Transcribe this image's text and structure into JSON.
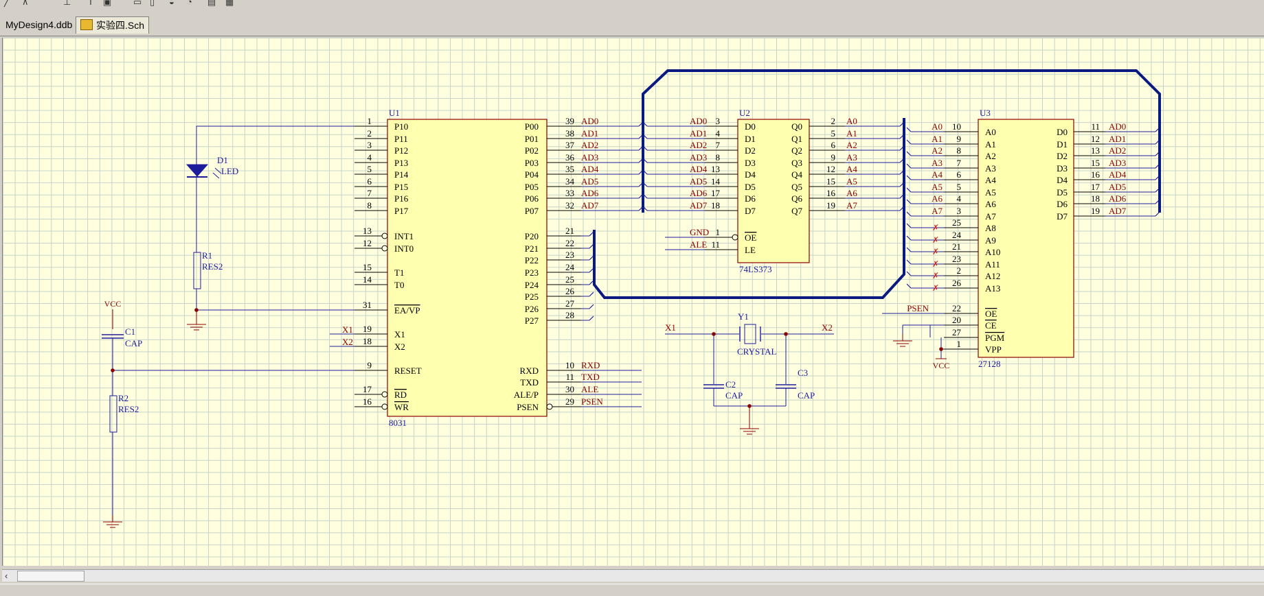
{
  "tabs": [
    {
      "label": "MyDesign4.ddb",
      "active": false
    },
    {
      "label": "实验四.Sch",
      "active": true
    }
  ],
  "colors": {
    "wire": "#1d1d9c",
    "bus": "#0a1a80",
    "part_fill": "#ffffb0",
    "part_border": "#8b0000",
    "pin_number": "#000000",
    "pin_name": "#000000",
    "net_label": "#8b0000",
    "designator": "#1d1d9c",
    "power": "#8b0000"
  },
  "u1": {
    "designator": "U1",
    "type": "8031",
    "left_pins": [
      {
        "num": "1",
        "name": "P10"
      },
      {
        "num": "2",
        "name": "P11"
      },
      {
        "num": "3",
        "name": "P12"
      },
      {
        "num": "4",
        "name": "P13"
      },
      {
        "num": "5",
        "name": "P14"
      },
      {
        "num": "6",
        "name": "P15"
      },
      {
        "num": "7",
        "name": "P16"
      },
      {
        "num": "8",
        "name": "P17"
      },
      {
        "num": "13",
        "name": "INT1"
      },
      {
        "num": "12",
        "name": "INT0"
      },
      {
        "num": "15",
        "name": "T1"
      },
      {
        "num": "14",
        "name": "T0"
      },
      {
        "num": "31",
        "name": "EA/VP"
      },
      {
        "num": "19",
        "name": "X1"
      },
      {
        "num": "18",
        "name": "X2"
      },
      {
        "num": "9",
        "name": "RESET"
      },
      {
        "num": "17",
        "name": "RD"
      },
      {
        "num": "16",
        "name": "WR"
      }
    ],
    "right_pins": [
      {
        "num": "39",
        "name": "P00",
        "net": "AD0"
      },
      {
        "num": "38",
        "name": "P01",
        "net": "AD1"
      },
      {
        "num": "37",
        "name": "P02",
        "net": "AD2"
      },
      {
        "num": "36",
        "name": "P03",
        "net": "AD3"
      },
      {
        "num": "35",
        "name": "P04",
        "net": "AD4"
      },
      {
        "num": "34",
        "name": "P05",
        "net": "AD5"
      },
      {
        "num": "33",
        "name": "P06",
        "net": "AD6"
      },
      {
        "num": "32",
        "name": "P07",
        "net": "AD7"
      },
      {
        "num": "21",
        "name": "P20",
        "net": ""
      },
      {
        "num": "22",
        "name": "P21",
        "net": ""
      },
      {
        "num": "23",
        "name": "P22",
        "net": ""
      },
      {
        "num": "24",
        "name": "P23",
        "net": ""
      },
      {
        "num": "25",
        "name": "P24",
        "net": ""
      },
      {
        "num": "26",
        "name": "P25",
        "net": ""
      },
      {
        "num": "27",
        "name": "P26",
        "net": ""
      },
      {
        "num": "28",
        "name": "P27",
        "net": ""
      },
      {
        "num": "10",
        "name": "RXD",
        "net": "RXD"
      },
      {
        "num": "11",
        "name": "TXD",
        "net": "TXD"
      },
      {
        "num": "30",
        "name": "ALE/P",
        "net": "ALE"
      },
      {
        "num": "29",
        "name": "PSEN",
        "net": "PSEN"
      }
    ],
    "left_nets": {
      "x1": "X1",
      "x2": "X2"
    }
  },
  "u2": {
    "designator": "U2",
    "type": "74LS373",
    "inputs": [
      {
        "num": "3",
        "name": "D0",
        "net": "AD0"
      },
      {
        "num": "4",
        "name": "D1",
        "net": "AD1"
      },
      {
        "num": "7",
        "name": "D2",
        "net": "AD2"
      },
      {
        "num": "8",
        "name": "D3",
        "net": "AD3"
      },
      {
        "num": "13",
        "name": "D4",
        "net": "AD4"
      },
      {
        "num": "14",
        "name": "D5",
        "net": "AD5"
      },
      {
        "num": "17",
        "name": "D6",
        "net": "AD6"
      },
      {
        "num": "18",
        "name": "D7",
        "net": "AD7"
      },
      {
        "num": "1",
        "name": "OE",
        "net": "GND"
      },
      {
        "num": "11",
        "name": "LE",
        "net": "ALE"
      }
    ],
    "outputs": [
      {
        "num": "2",
        "name": "Q0",
        "net": "A0"
      },
      {
        "num": "5",
        "name": "Q1",
        "net": "A1"
      },
      {
        "num": "6",
        "name": "Q2",
        "net": "A2"
      },
      {
        "num": "9",
        "name": "Q3",
        "net": "A3"
      },
      {
        "num": "12",
        "name": "Q4",
        "net": "A4"
      },
      {
        "num": "15",
        "name": "Q5",
        "net": "A5"
      },
      {
        "num": "16",
        "name": "Q6",
        "net": "A6"
      },
      {
        "num": "19",
        "name": "Q7",
        "net": "A7"
      }
    ]
  },
  "u3": {
    "designator": "U3",
    "type": "27128",
    "left_pins": [
      {
        "num": "10",
        "name": "A0",
        "net": "A0"
      },
      {
        "num": "9",
        "name": "A1",
        "net": "A1"
      },
      {
        "num": "8",
        "name": "A2",
        "net": "A2"
      },
      {
        "num": "7",
        "name": "A3",
        "net": "A3"
      },
      {
        "num": "6",
        "name": "A4",
        "net": "A4"
      },
      {
        "num": "5",
        "name": "A5",
        "net": "A5"
      },
      {
        "num": "4",
        "name": "A6",
        "net": "A6"
      },
      {
        "num": "3",
        "name": "A7",
        "net": "A7"
      },
      {
        "num": "25",
        "name": "A8",
        "net": ""
      },
      {
        "num": "24",
        "name": "A9",
        "net": ""
      },
      {
        "num": "21",
        "name": "A10",
        "net": ""
      },
      {
        "num": "23",
        "name": "A11",
        "net": ""
      },
      {
        "num": "2",
        "name": "A12",
        "net": ""
      },
      {
        "num": "26",
        "name": "A13",
        "net": ""
      },
      {
        "num": "22",
        "name": "OE",
        "net": "PSEN"
      },
      {
        "num": "20",
        "name": "CE",
        "net": ""
      },
      {
        "num": "27",
        "name": "PGM",
        "net": ""
      },
      {
        "num": "1",
        "name": "VPP",
        "net": ""
      }
    ],
    "right_pins": [
      {
        "num": "11",
        "name": "D0",
        "net": "AD0"
      },
      {
        "num": "12",
        "name": "D1",
        "net": "AD1"
      },
      {
        "num": "13",
        "name": "D2",
        "net": "AD2"
      },
      {
        "num": "15",
        "name": "D3",
        "net": "AD3"
      },
      {
        "num": "16",
        "name": "D4",
        "net": "AD4"
      },
      {
        "num": "17",
        "name": "D5",
        "net": "AD5"
      },
      {
        "num": "18",
        "name": "D6",
        "net": "AD6"
      },
      {
        "num": "19",
        "name": "D7",
        "net": "AD7"
      }
    ],
    "vcc_label": "VCC"
  },
  "passives": {
    "d1": {
      "designator": "D1",
      "value": "LED"
    },
    "r1": {
      "designator": "R1",
      "value": "RES2"
    },
    "r2": {
      "designator": "R2",
      "value": "RES2"
    },
    "c1": {
      "designator": "C1",
      "value": "CAP"
    },
    "c2": {
      "designator": "C2",
      "value": "CAP"
    },
    "c3": {
      "designator": "C3",
      "value": "CAP"
    },
    "y1": {
      "designator": "Y1",
      "value": "CRYSTAL"
    },
    "vcc": "VCC",
    "crystal_nets": {
      "left": "X1",
      "right": "X2"
    }
  }
}
